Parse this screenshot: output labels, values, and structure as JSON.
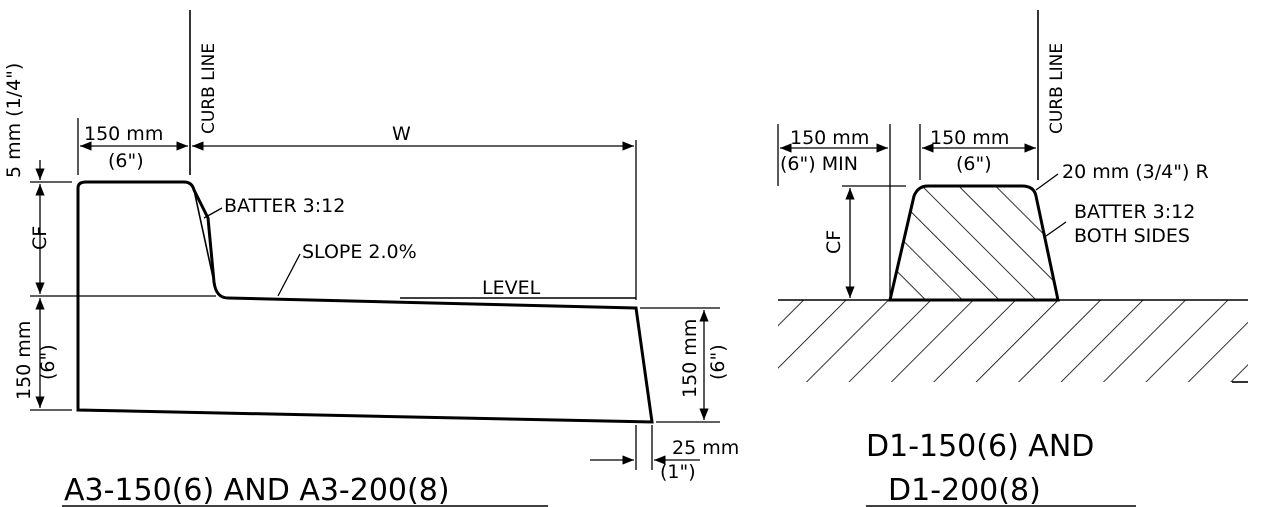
{
  "left_detail": {
    "label_5mm": "5 mm (1/4\")",
    "label_150mm_top": "150 mm",
    "label_6in_top": "(6\")",
    "label_curb_line": "CURB LINE",
    "label_w": "W",
    "label_batter": "BATTER 3:12",
    "label_slope": "SLOPE 2.0%",
    "label_level": "LEVEL",
    "label_cf": "CF",
    "label_150mm_left": "150 mm",
    "label_6in_left": "(6\")",
    "label_150mm_right": "150 mm",
    "label_6in_right": "(6\")",
    "label_25mm": "25 mm",
    "label_1in": "(1\")",
    "title": "A3-150(6) AND A3-200(8)"
  },
  "right_detail": {
    "label_150mm_a": "150 mm",
    "label_6in_min": "(6\") MIN",
    "label_150mm_b": "150 mm",
    "label_6in_b": "(6\")",
    "label_curb_line": "CURB LINE",
    "label_radius": "20 mm (3/4\") R",
    "label_batter": "BATTER 3:12",
    "label_both_sides": "BOTH SIDES",
    "label_cf": "CF",
    "title_line1": "D1-150(6) AND",
    "title_line2": "D1-200(8)"
  }
}
